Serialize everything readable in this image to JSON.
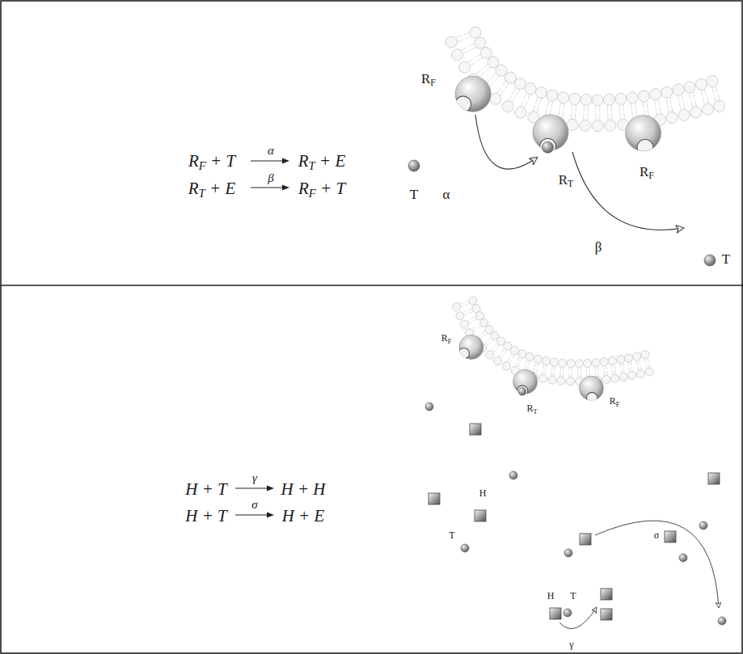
{
  "diagram": {
    "labels": [
      "RF + T",
      "α",
      "RT + E",
      "RT + E",
      "β",
      "RF + T",
      "RF",
      "T",
      "α",
      "RT",
      "RF",
      "T",
      "β",
      "H + T",
      "γ",
      "H + H",
      "H + T",
      "σ",
      "H + E",
      "RF",
      "RT",
      "RF",
      "H",
      "T",
      "σ",
      "H",
      "T",
      "γ"
    ]
  }
}
